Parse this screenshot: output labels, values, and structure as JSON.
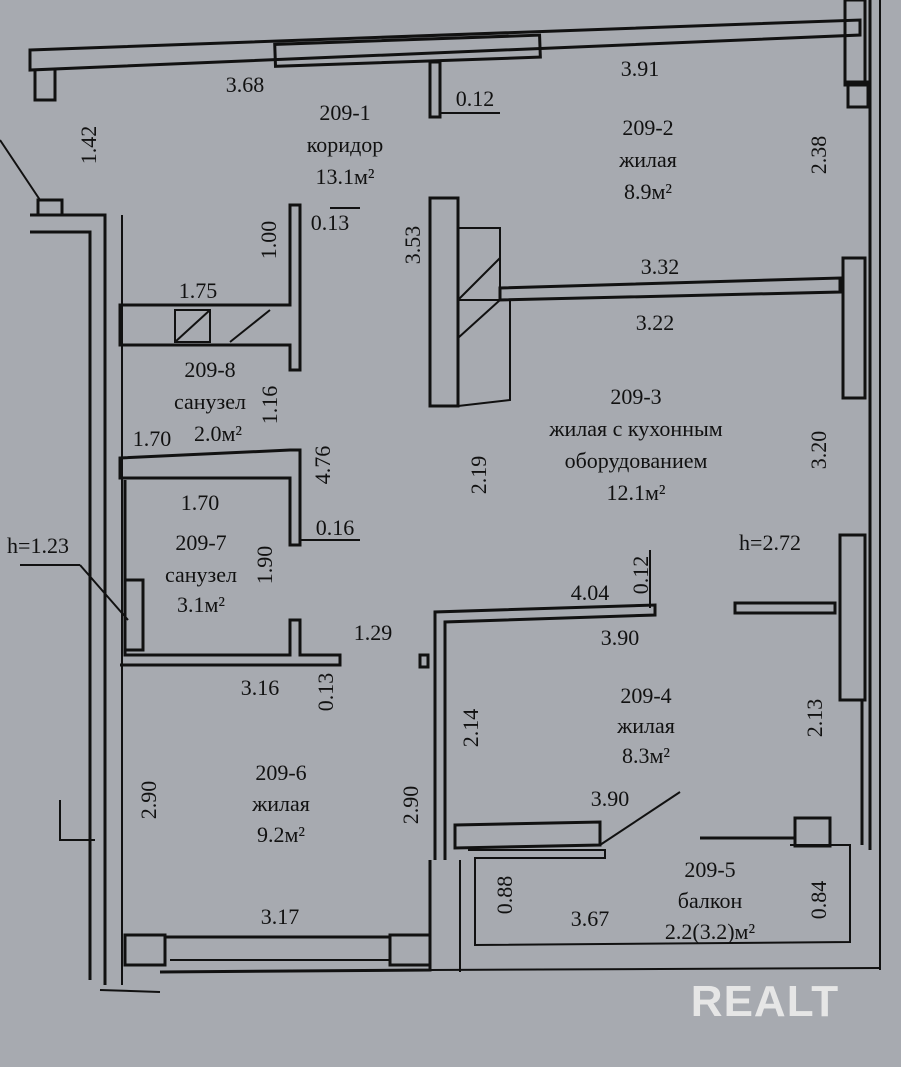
{
  "rooms": [
    {
      "id": "209-1",
      "type": "коридор",
      "area": "13.1м²"
    },
    {
      "id": "209-2",
      "type": "жилая",
      "area": "8.9м²"
    },
    {
      "id": "209-3",
      "type_line1": "жилая с кухонным",
      "type_line2": "оборудованием",
      "area": "12.1м²"
    },
    {
      "id": "209-4",
      "type": "жилая",
      "area": "8.3м²"
    },
    {
      "id": "209-5",
      "type": "балкон",
      "area": "2.2(3.2)м²"
    },
    {
      "id": "209-6",
      "type": "жилая",
      "area": "9.2м²"
    },
    {
      "id": "209-7",
      "type": "санузел",
      "area": "3.1м²"
    },
    {
      "id": "209-8",
      "type": "санузел",
      "area": "2.0м²"
    }
  ],
  "dims": {
    "d1": "3.68",
    "d2": "0.12",
    "d3": "3.91",
    "d4": "1.42",
    "d5": "2.38",
    "d6": "1.00",
    "d7": "0.13",
    "d8": "3.53",
    "d9": "3.32",
    "d10": "3.22",
    "d11": "1.75",
    "d12": "1.16",
    "d13": "1.70",
    "d14": "4.76",
    "d15": "1.70",
    "d16": "1.90",
    "d17": "0.16",
    "d18": "2.19",
    "d19": "3.20",
    "d20": "h=2.72",
    "d21": "h=1.23",
    "d22": "0.12",
    "d23": "4.04",
    "d24": "3.90",
    "d25": "1.29",
    "d26": "3.16",
    "d27": "0.13",
    "d28": "2.14",
    "d29": "2.13",
    "d30": "2.90",
    "d31": "2.90",
    "d32": "3.90",
    "d33": "0.88",
    "d34": "3.67",
    "d35": "0.84",
    "d36": "3.17"
  },
  "watermark": "REALT"
}
